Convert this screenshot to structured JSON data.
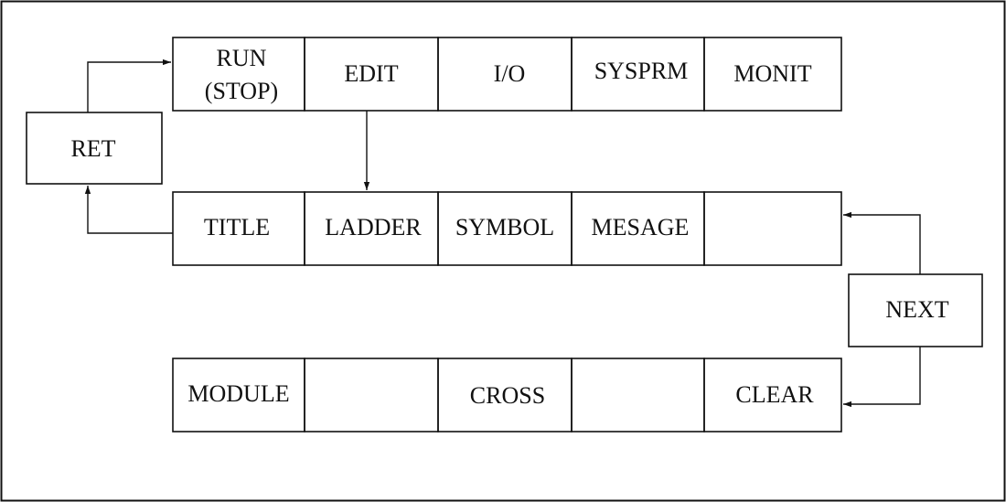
{
  "menu_rows": {
    "top": [
      "RUN",
      "EDIT",
      "I/O",
      "SYSPRM",
      "MONIT"
    ],
    "top_sub": [
      "(STOP)",
      "",
      "",
      "",
      ""
    ],
    "middle": [
      "TITLE",
      "LADDER",
      "SYMBOL",
      "MESAGE",
      ""
    ],
    "bottom": [
      "MODULE",
      "",
      "CROSS",
      "",
      "CLEAR"
    ]
  },
  "side_keys": {
    "ret": "RET",
    "next": "NEXT"
  },
  "colors": {
    "stroke": "#111111",
    "background": "#ffffff"
  }
}
